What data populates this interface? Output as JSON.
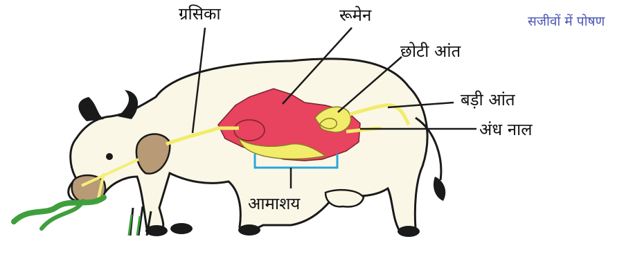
{
  "header": {
    "text": "सजीवों में पोषण"
  },
  "labels": {
    "esophagus": "ग्रसिका",
    "rumen": "रूमेन",
    "small_intestine": "छोटी आंत",
    "large_intestine": "बड़ी आंत",
    "caecum": "अंध नाल",
    "stomach": "आमाशय"
  },
  "colors": {
    "header": "#4a55b5",
    "rumen": "#e8435f",
    "intestine": "#f1ec6a",
    "body": "#fbf7e7",
    "stomach_bracket": "#2aa6d8",
    "grass": "#3f9f3c"
  }
}
